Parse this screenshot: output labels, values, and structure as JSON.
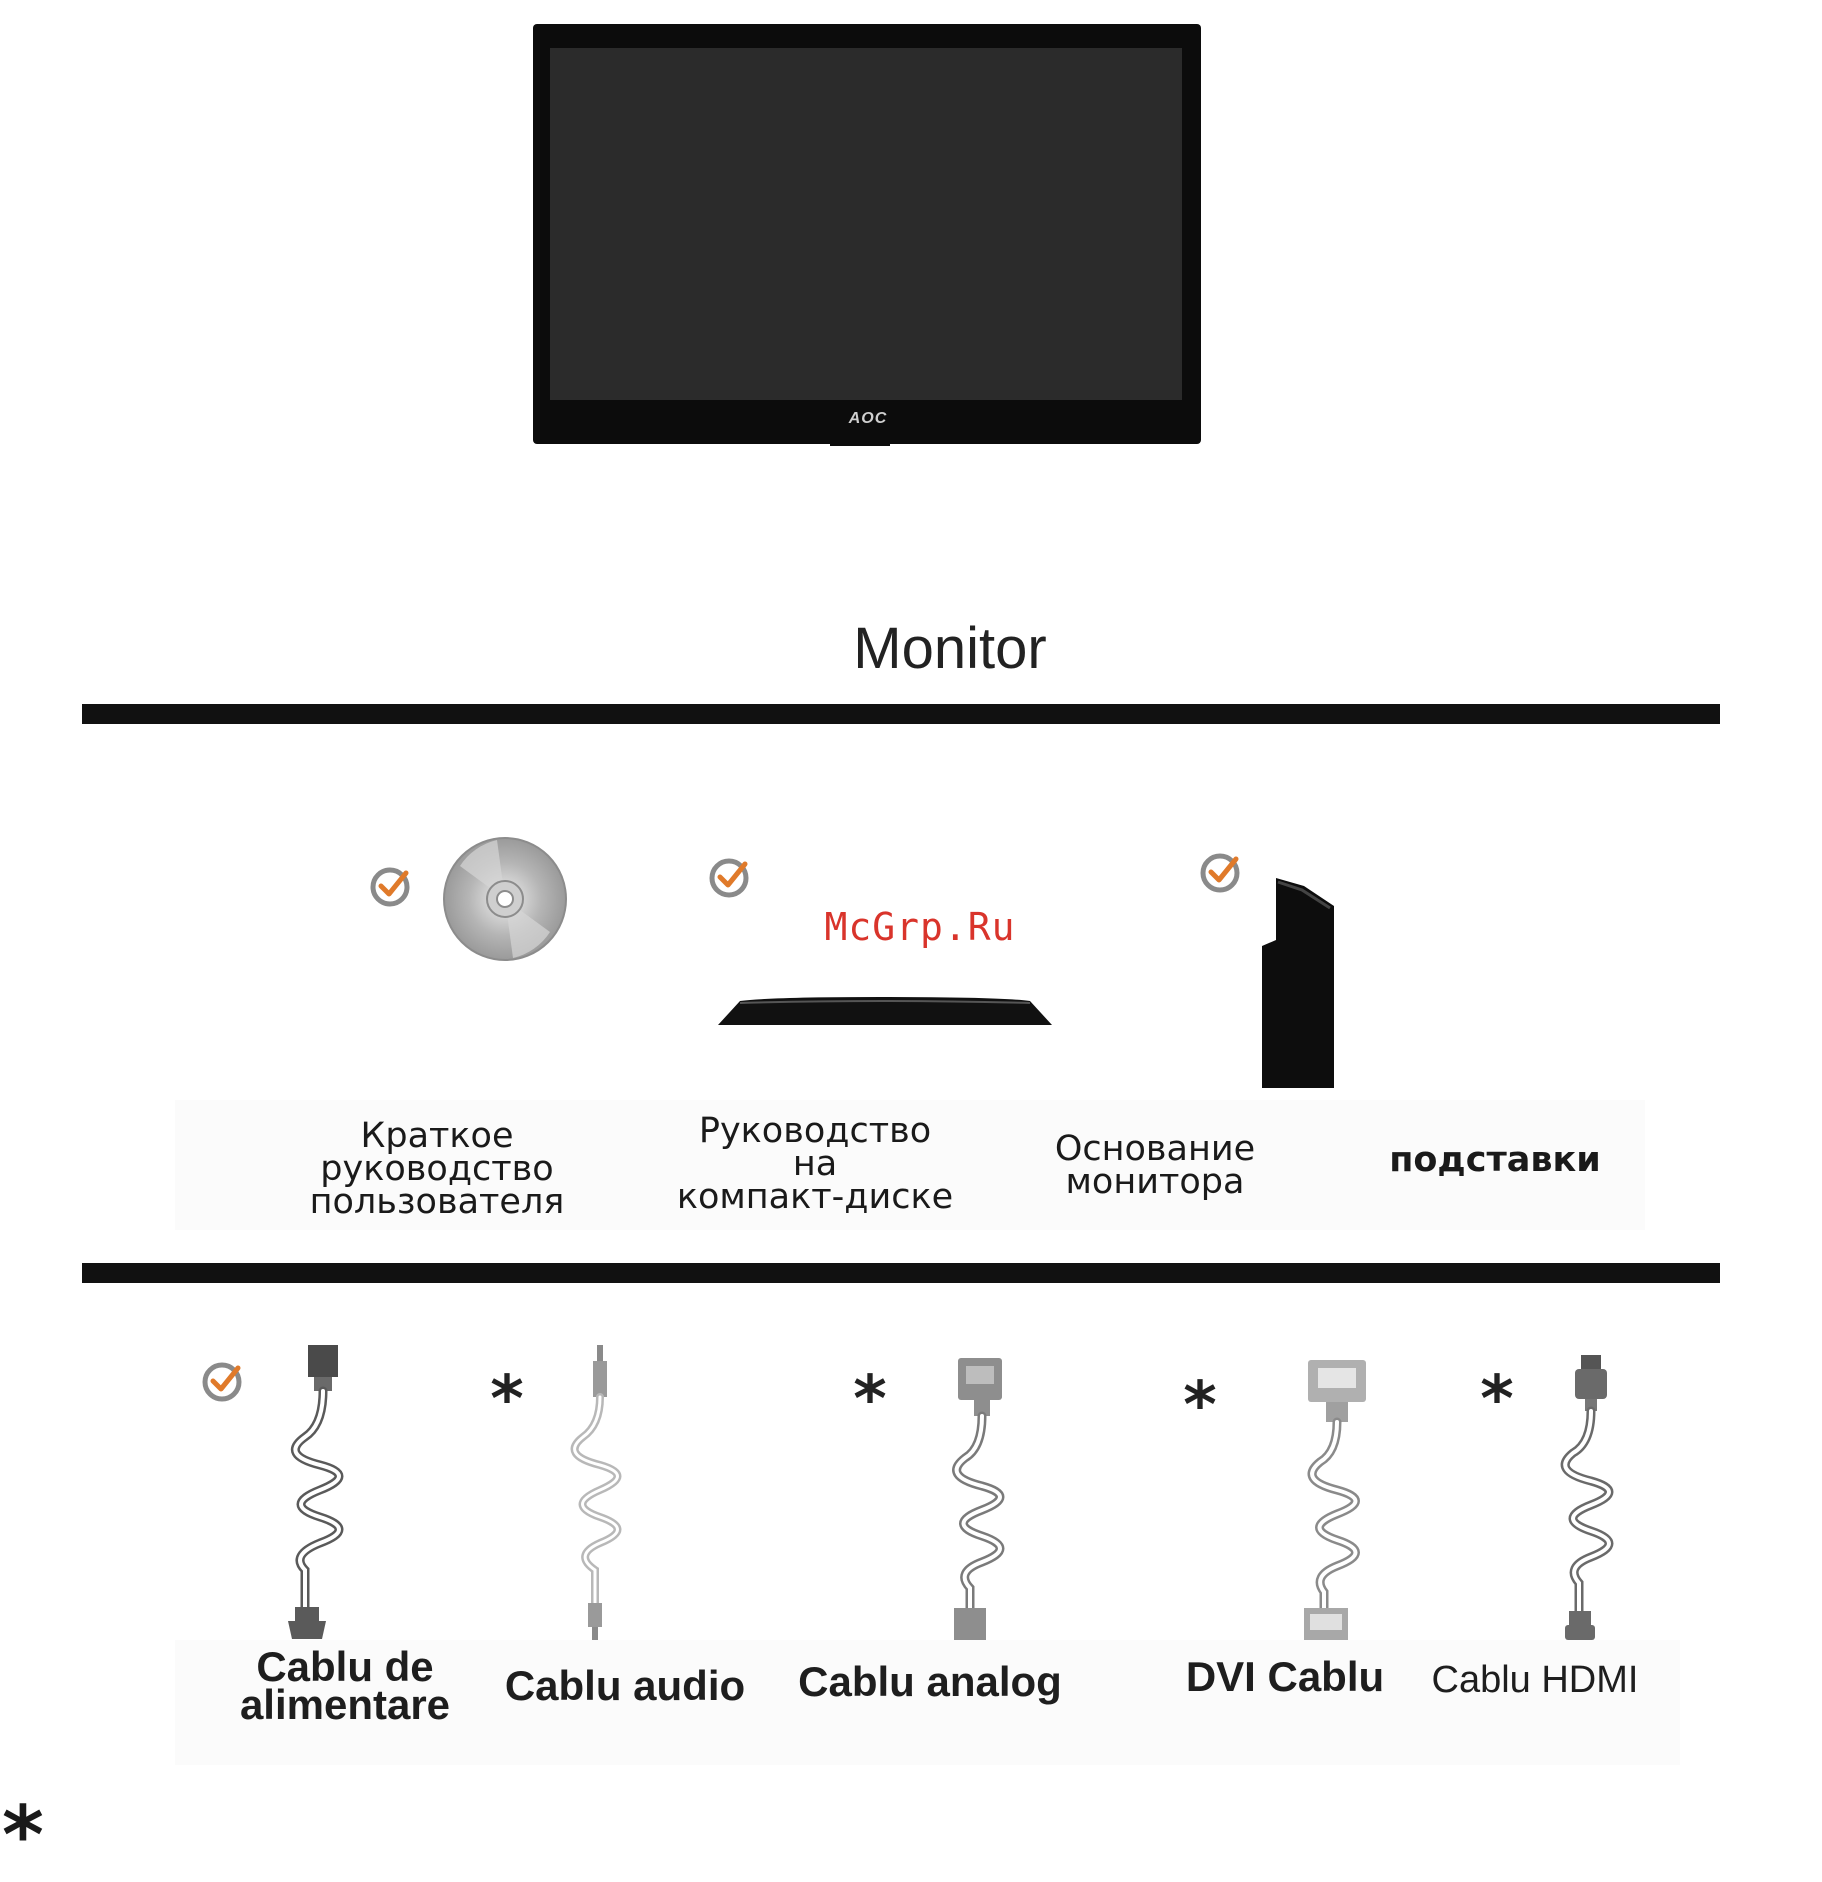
{
  "brand": {
    "logo_text": "AOC"
  },
  "section": {
    "title": "Monitor"
  },
  "watermark": "McGrp.Ru",
  "accessories": [
    {
      "label": "Краткое\nруководство\nпользователя",
      "mark": "check",
      "icon": "cd-disc-icon"
    },
    {
      "label": "Руководство\nна\nкомпакт-диске",
      "mark": "check",
      "icon": "monitor-base-icon"
    },
    {
      "label": "Основание\nмонитора",
      "mark": "check",
      "icon": "stand-neck-icon"
    },
    {
      "label": "подставки",
      "mark": "none",
      "icon": ""
    }
  ],
  "cables": [
    {
      "label": "Cablu de\nalimentare",
      "mark": "check",
      "icon": "power-cable-icon"
    },
    {
      "label": "Cablu audio",
      "mark": "star",
      "icon": "audio-cable-icon"
    },
    {
      "label": "Cablu analog",
      "mark": "star",
      "icon": "vga-cable-icon"
    },
    {
      "label": "DVI Cablu",
      "mark": "star",
      "icon": "dvi-cable-icon"
    },
    {
      "label": "Cablu HDMI",
      "mark": "star",
      "icon": "hdmi-cable-icon"
    }
  ],
  "marks": {
    "star": "*",
    "footnote": "*"
  },
  "colors": {
    "watermark": "#d9342b",
    "check_ring": "#8a8a8a",
    "check_tick": "#e07a2a"
  }
}
